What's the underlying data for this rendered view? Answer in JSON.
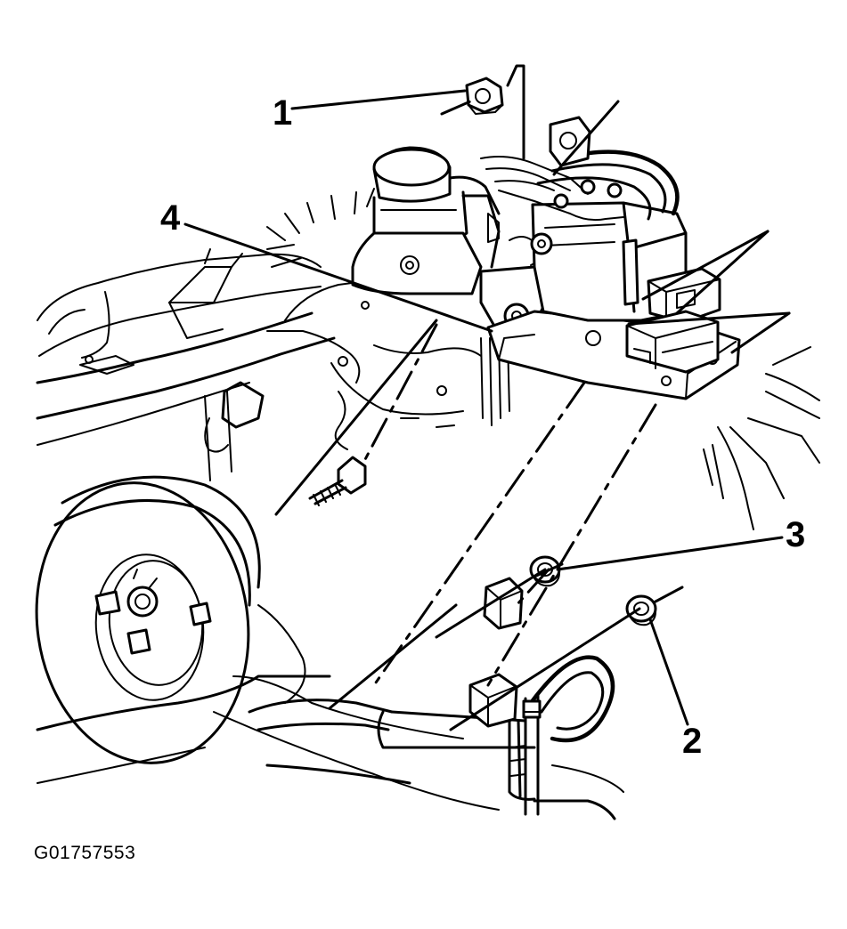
{
  "figure": {
    "id": "G01757553"
  },
  "callouts": [
    {
      "label": "1"
    },
    {
      "label": "2"
    },
    {
      "label": "3"
    },
    {
      "label": "4"
    }
  ]
}
